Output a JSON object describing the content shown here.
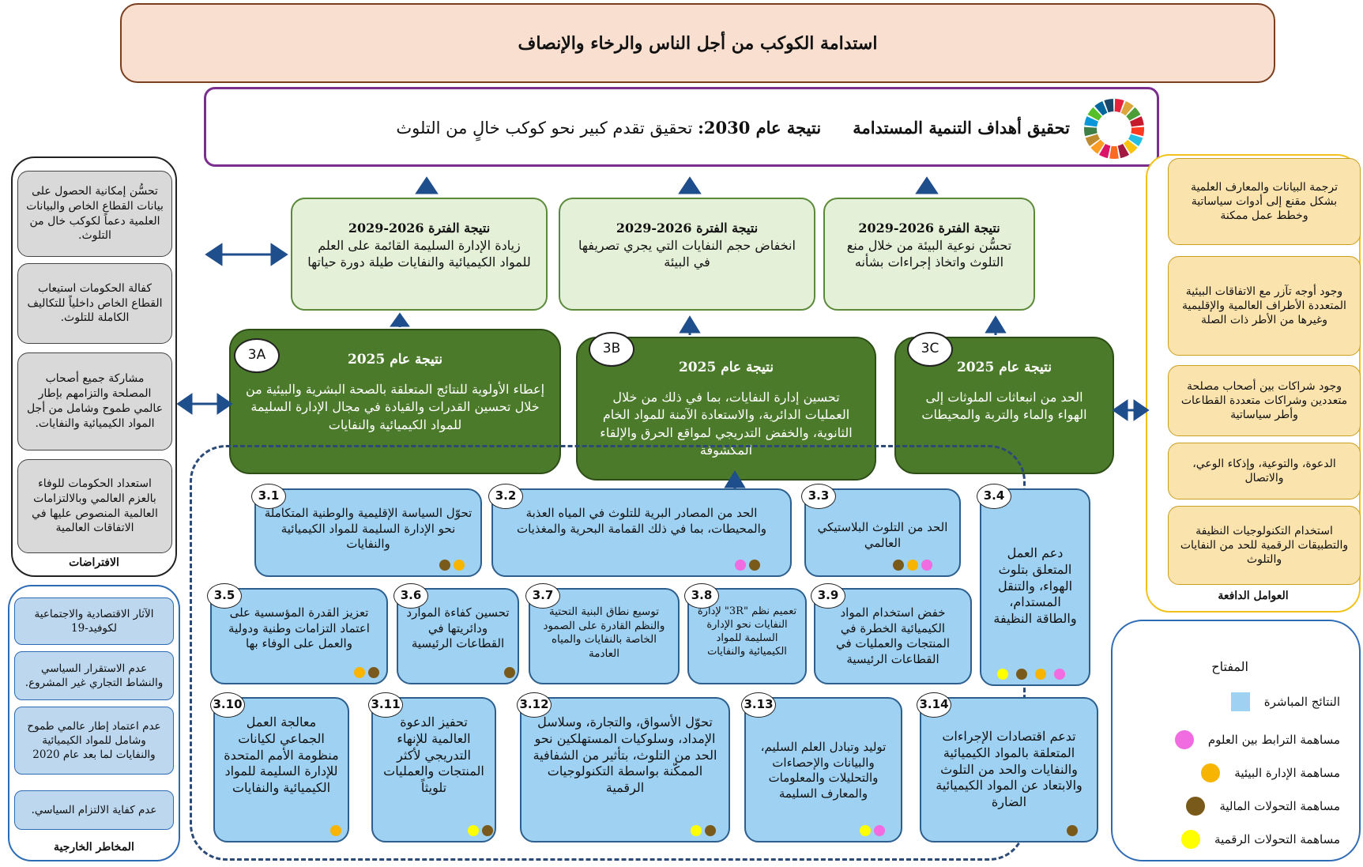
{
  "title": "استدامة الكوكب من أجل الناس والرخاء والإنصاف",
  "sdg": {
    "label": "تحقيق أهداف التنمية المستدامة",
    "result_label": "نتيجة عام 2030:",
    "result_text": "تحقيق تقدم كبير نحو كوكب خالٍ من التلوث"
  },
  "period_outcomes": [
    {
      "title": "نتيجة الفترة 2026-2029",
      "text": "تحسُّن نوعية البيئة من خلال منع التلوث واتخاذ إجراءات بشأنه"
    },
    {
      "title": "نتيجة الفترة 2026-2029",
      "text": "انخفاض حجم النفايات التي يجري تصريفها في البيئة"
    },
    {
      "title": "نتيجة الفترة 2026-2029",
      "text": "زيادة الإدارة السليمة القائمة على العلم للمواد الكيميائية والنفايات طيلة دورة حياتها"
    }
  ],
  "outcomes_2025": [
    {
      "tag": "3C",
      "title": "نتيجة عام 2025",
      "text": "الحد من انبعاثات الملوثات إلى الهواء والماء والتربة والمحيطات"
    },
    {
      "tag": "3B",
      "title": "نتيجة عام 2025",
      "text": "تحسين إدارة النفايات، بما في ذلك من خلال العمليات الدائرية، والاستعادة الآمنة للمواد الخام الثانوية، والخفض التدريجي لمواقع الحرق والإلقاء المكشوفة"
    },
    {
      "tag": "3A",
      "title": "نتيجة عام 2025",
      "text": "إعطاء الأولوية للنتائج المتعلقة بالصحة البشرية والبيئية من خلال تحسين القدرات والقيادة في مجال الإدارة السليمة للمواد الكيميائية والنفايات"
    }
  ],
  "assumptions": {
    "caption": "الافتراضات",
    "items": [
      "تحسُّن إمكانية الحصول على بيانات القطاع الخاص والبيانات العلمية دعماً لكوكب خال من التلوث.",
      "كفالة الحكومات استيعاب القطاع الخاص داخلياً للتكاليف الكاملة للتلوث.",
      "مشاركة جميع أصحاب المصلحة والتزامهم بإطار عالمي طموح وشامل من أجل المواد الكيميائية والنفايات.",
      "استعداد الحكومات للوفاء بالعزم العالمي وبالالتزامات العالمية المنصوص عليها في الاتفاقات العالمية"
    ]
  },
  "risks": {
    "caption": "المخاطر الخارجية",
    "items": [
      "الآثار الاقتصادية والاجتماعية لكوفيد-19",
      "عدم الاستقرار السياسي والنشاط التجاري غير المشروع.",
      "عدم اعتماد إطار عالمي طموح وشامل للمواد الكيميائية والنفايات لما بعد عام 2020",
      "عدم كفاية الالتزام السياسي."
    ]
  },
  "drivers": {
    "caption": "العوامل الدافعة",
    "items": [
      "ترجمة البيانات والمعارف العلمية بشكل مقنع إلى أدوات سياساتية وخطط عمل ممكنة",
      "وجود أوجه تآزر مع الاتفاقات البيئية المتعددة الأطراف العالمية والإقليمية وغيرها من الأطر ذات الصلة",
      "وجود شراكات بين أصحاب مصلحة متعددين وشراكات متعددة القطاعات وأطر سياساتية",
      "الدعوة، والتوعية، وإذكاء الوعي، والاتصال",
      "استخدام التكنولوجيات النظيفة والتطبيقات الرقمية للحد من النفايات والتلوث"
    ]
  },
  "outputs": [
    {
      "id": "3.1",
      "text": "تحوّل السياسة الإقليمية والوطنية المتكاملة نحو الإدارة السليمة للمواد الكيميائية والنفايات",
      "dots": [
        "orange",
        "brown"
      ]
    },
    {
      "id": "3.2",
      "text": "الحد من المصادر البرية للتلوث في المياه العذبة والمحيطات، بما في ذلك القمامة البحرية والمغذيات",
      "dots": [
        "brown",
        "pink"
      ]
    },
    {
      "id": "3.3",
      "text": "الحد من التلوث البلاستيكي العالمي",
      "dots": [
        "pink",
        "orange",
        "brown"
      ]
    },
    {
      "id": "3.4",
      "text": "دعم العمل المتعلق بتلوث الهواء، والتنقل المستدام، والطاقة النظيفة",
      "dots": [
        "pink",
        "orange",
        "brown",
        "yellow"
      ]
    },
    {
      "id": "3.5",
      "text": "تعزيز القدرة المؤسسية على اعتماد التزامات وطنية ودولية والعمل على الوفاء بها",
      "dots": [
        "brown",
        "orange"
      ]
    },
    {
      "id": "3.6",
      "text": "تحسين كفاءة الموارد ودائريتها في القطاعات الرئيسية",
      "dots": [
        "brown"
      ]
    },
    {
      "id": "3.7",
      "text": "توسيع نطاق البنية التحتية والنظم القادرة على الصمود الخاصة بالنفايات والمياه العادمة",
      "dots": []
    },
    {
      "id": "3.8",
      "text": "تعميم نظم \"3R\" لإدارة النفايات نحو الإدارة السليمة للمواد الكيميائية والنفايات",
      "dots": []
    },
    {
      "id": "3.9",
      "text": "خفض استخدام المواد الكيميائية الخطرة في المنتجات والعمليات في القطاعات الرئيسية",
      "dots": []
    },
    {
      "id": "3.10",
      "text": "معالجة العمل الجماعي لكيانات منظومة الأمم المتحدة للإدارة السليمة للمواد الكيميائية والنفايات",
      "dots": [
        "orange"
      ]
    },
    {
      "id": "3.11",
      "text": "تحفيز الدعوة العالمية للإنهاء التدريجي لأكثر المنتجات والعمليات تلويثاً",
      "dots": [
        "brown",
        "yellow"
      ]
    },
    {
      "id": "3.12",
      "text": "تحوّل الأسواق، والتجارة، وسلاسل الإمداد، وسلوكيات المستهلكين نحو الحد من التلوث، بتأثير من الشفافية الممكّنة بواسطة التكنولوجيات الرقمية",
      "dots": [
        "brown",
        "yellow"
      ]
    },
    {
      "id": "3.13",
      "text": "توليد وتبادل العلم السليم، والبيانات والإحصاءات والتحليلات والمعلومات والمعارف السليمة",
      "dots": [
        "pink",
        "yellow"
      ]
    },
    {
      "id": "3.14",
      "text": "تدعم اقتصادات الإجراءات المتعلقة بالمواد الكيميائية والنفايات والحد من التلوث والابتعاد عن المواد الكيميائية الضارة",
      "dots": [
        "brown"
      ]
    }
  ],
  "key": {
    "title": "المفتاح",
    "items": [
      {
        "label": "النتائج المباشرة",
        "color": "#9fd1f2",
        "shape": "square"
      },
      {
        "label": "مساهمة الترابط بين العلوم",
        "color": "#f06ce0",
        "shape": "circle"
      },
      {
        "label": "مساهمة الإدارة البيئية",
        "color": "#f7b400",
        "shape": "circle"
      },
      {
        "label": "مساهمة التحولات المالية",
        "color": "#7a5a1a",
        "shape": "circle"
      },
      {
        "label": "مساهمة التحولات الرقمية",
        "color": "#ffff00",
        "shape": "circle"
      }
    ]
  },
  "colors": {
    "arrow": "#1f4e8c",
    "dark_green": "#4c7a2b",
    "light_green": "#e4f0d8",
    "output_blue": "#9fd1f2",
    "pink": "#f06ce0",
    "orange": "#f7b400",
    "brown": "#7a5a1a",
    "yellow": "#ffff00"
  }
}
